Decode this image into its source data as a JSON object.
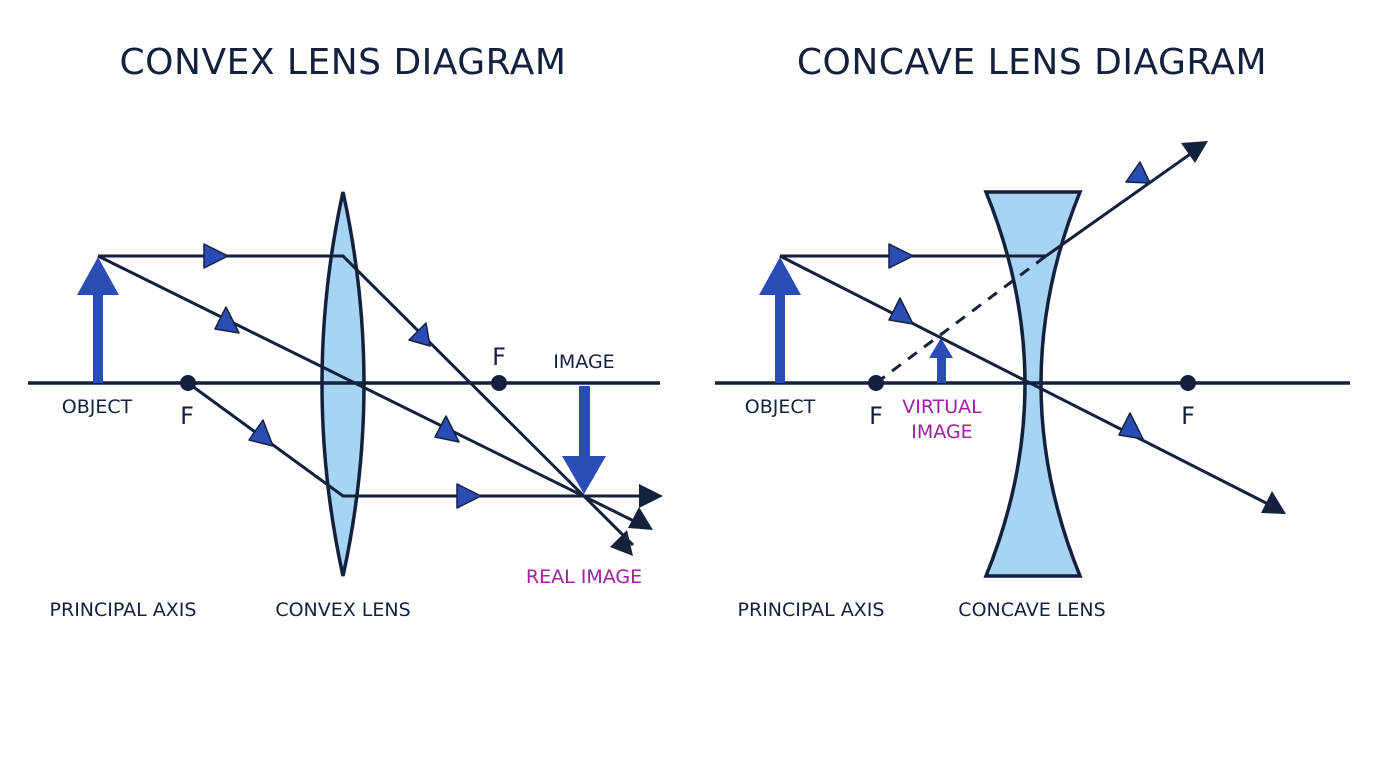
{
  "palette": {
    "ink": "#14213d",
    "object_blue": "#2a4db5",
    "lens_fill": "#a8d4f3",
    "image_label_purple": "#a020a0",
    "background": "#ffffff"
  },
  "convex": {
    "title": "CONVEX LENS DIAGRAM",
    "object_label": "OBJECT",
    "focal_left_label": "F",
    "focal_right_label": "F",
    "image_label": "IMAGE",
    "real_image_label": "REAL IMAGE",
    "axis_label": "PRINCIPAL AXIS",
    "lens_label": "CONVEX LENS"
  },
  "concave": {
    "title": "CONCAVE LENS DIAGRAM",
    "object_label": "OBJECT",
    "focal_left_label": "F",
    "focal_right_label": "F",
    "virtual_image_line1": "VIRTUAL",
    "virtual_image_line2": "IMAGE",
    "axis_label": "PRINCIPAL AXIS",
    "lens_label": "CONCAVE LENS"
  },
  "icons": {
    "direction_marker": "triangle-arrow-icon",
    "ray_end": "arrowhead-icon",
    "focal_point": "dot-icon"
  }
}
